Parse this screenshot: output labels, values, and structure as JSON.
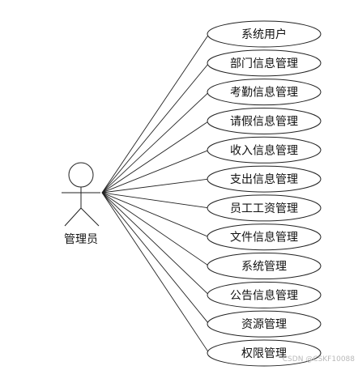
{
  "actor": {
    "name": "管理员"
  },
  "use_cases": [
    {
      "label": "系统用户"
    },
    {
      "label": "部门信息管理"
    },
    {
      "label": "考勤信息管理"
    },
    {
      "label": "请假信息管理"
    },
    {
      "label": "收入信息管理"
    },
    {
      "label": "支出信息管理"
    },
    {
      "label": "员工工资管理"
    },
    {
      "label": "文件信息管理"
    },
    {
      "label": "系统管理"
    },
    {
      "label": "公告信息管理"
    },
    {
      "label": "资源管理"
    },
    {
      "label": "权限管理"
    }
  ],
  "watermark": "CSDN @CSKF10088",
  "colors": {
    "stroke": "#222222",
    "ellipse_fill": "#ffffff"
  }
}
